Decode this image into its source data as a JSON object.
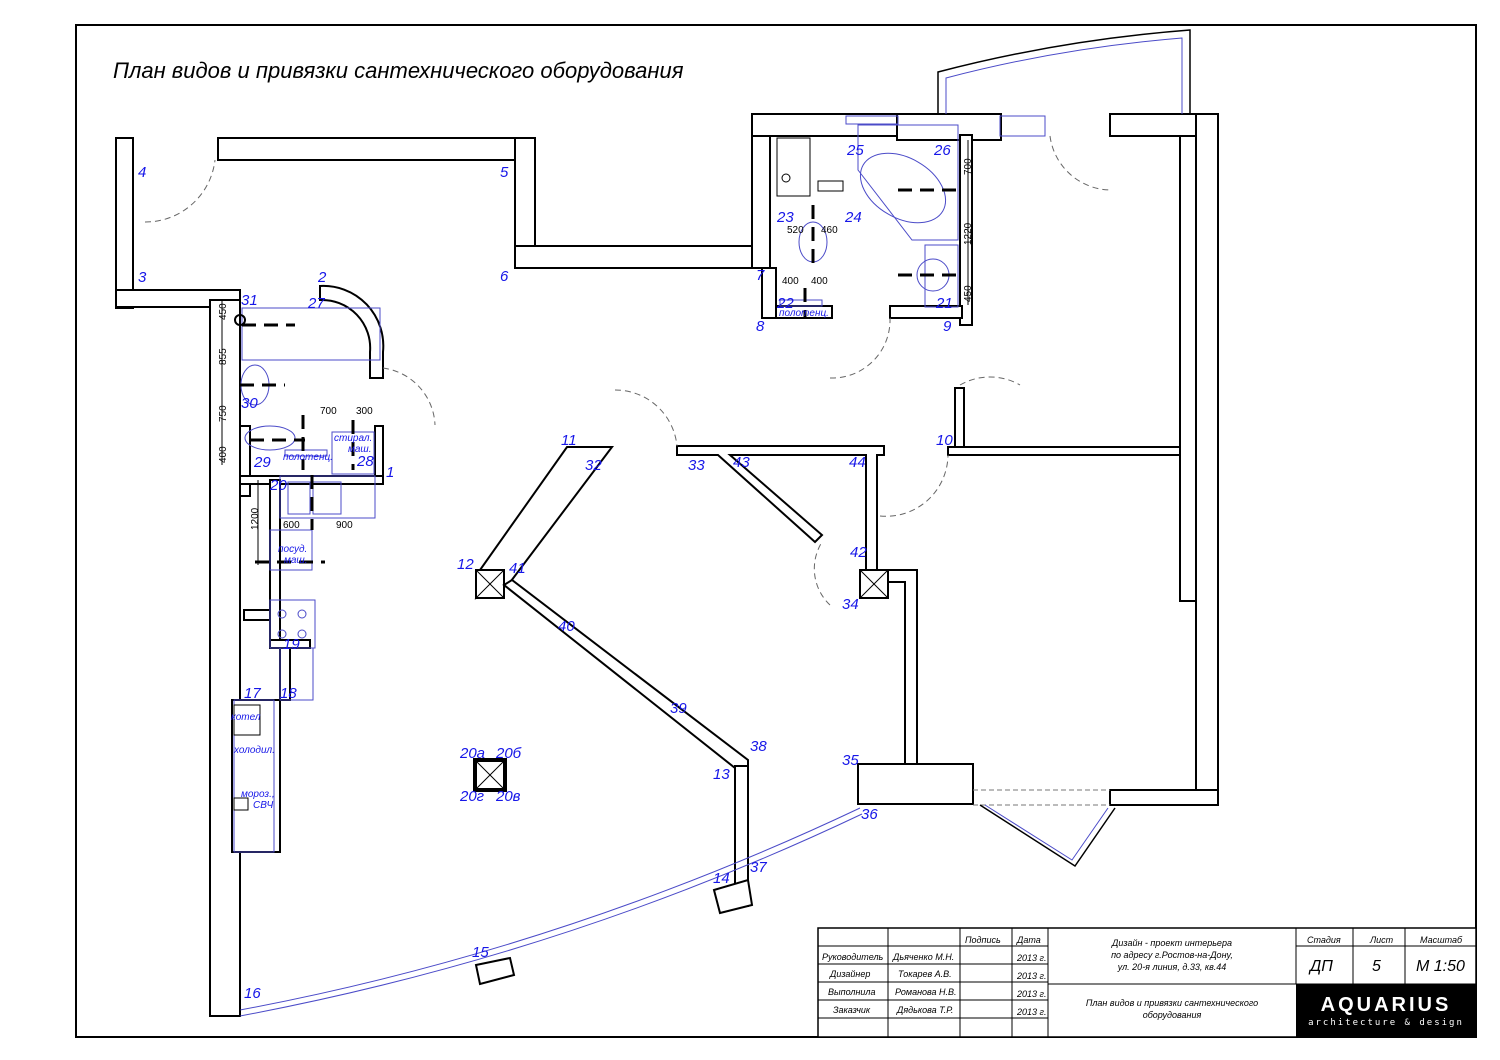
{
  "title": "План видов и привязки сантехнического оборудования",
  "colors": {
    "labels": "#1616e8",
    "equipment": "#4b4bc8",
    "walls": "#000000",
    "logo_bg": "#000000"
  },
  "points": {
    "p1": "1",
    "p2": "2",
    "p3": "3",
    "p4": "4",
    "p5": "5",
    "p6": "6",
    "p7": "7",
    "p8": "8",
    "p9": "9",
    "p10": "10",
    "p11": "11",
    "p12": "12",
    "p13": "13",
    "p14": "14",
    "p15": "15",
    "p16": "16",
    "p17": "17",
    "p18": "18",
    "p19": "19",
    "p20": "20",
    "p20a": "20а",
    "p20b": "20б",
    "p20v": "20в",
    "p20g": "20г",
    "p21": "21",
    "p22": "22",
    "p23": "23",
    "p24": "24",
    "p25": "25",
    "p26": "26",
    "p27": "27",
    "p28": "28",
    "p29": "29",
    "p30": "30",
    "p31": "31",
    "p32": "32",
    "p33": "33",
    "p34": "34",
    "p35": "35",
    "p36": "36",
    "p37": "37",
    "p38": "38",
    "p39": "39",
    "p40": "40",
    "p41": "41",
    "p42": "42",
    "p43": "43",
    "p44": "44"
  },
  "dimensions": {
    "wc_450": "450",
    "wc_855": "855",
    "wc_750": "750",
    "wc_400": "400",
    "wc_700": "700",
    "wc_300": "300",
    "k_1200": "1200",
    "k_600": "600",
    "k_900": "900",
    "b_520": "520",
    "b_460": "460",
    "b_400a": "400",
    "b_400b": "400",
    "b_700": "700",
    "b_1220": "1220",
    "b_450": "450"
  },
  "equipment": {
    "washer_1": "стирал.",
    "washer_2": "маш.",
    "towel_1": "полотенц.",
    "towel_2": "полотенц.",
    "dishwasher_1": "посуд.",
    "dishwasher_2": "маш.",
    "boiler": "котел",
    "fridge": "холодил.",
    "freezer_1": "мороз.,",
    "freezer_2": "СВЧ"
  },
  "title_block": {
    "headers": {
      "signature": "Подпись",
      "date": "Дата",
      "stage": "Стадия",
      "sheet": "Лист",
      "scale": "Масштаб"
    },
    "rows": [
      {
        "role": "Руководитель",
        "name": "Дьяченко М.Н.",
        "date": "2013 г."
      },
      {
        "role": "Дизайнер",
        "name": "Токарев А.В.",
        "date": "2013 г."
      },
      {
        "role": "Выполнила",
        "name": "Романова Н.В.",
        "date": "2013 г."
      },
      {
        "role": "Заказчик",
        "name": "Дядькова Т.Р.",
        "date": "2013 г."
      }
    ],
    "project_1": "Дизайн - проект интерьера",
    "project_2": "по адресу г.Ростов-на-Дону,",
    "project_3": "ул. 20-я линия, д.33, кв.44",
    "sheet_title_1": "План видов и привязки сантехнического",
    "sheet_title_2": "оборудования",
    "stage": "ДП",
    "sheet": "5",
    "scale": "М 1:50",
    "logo_name": "AQUARIUS",
    "logo_tagline": "architecture & design"
  }
}
